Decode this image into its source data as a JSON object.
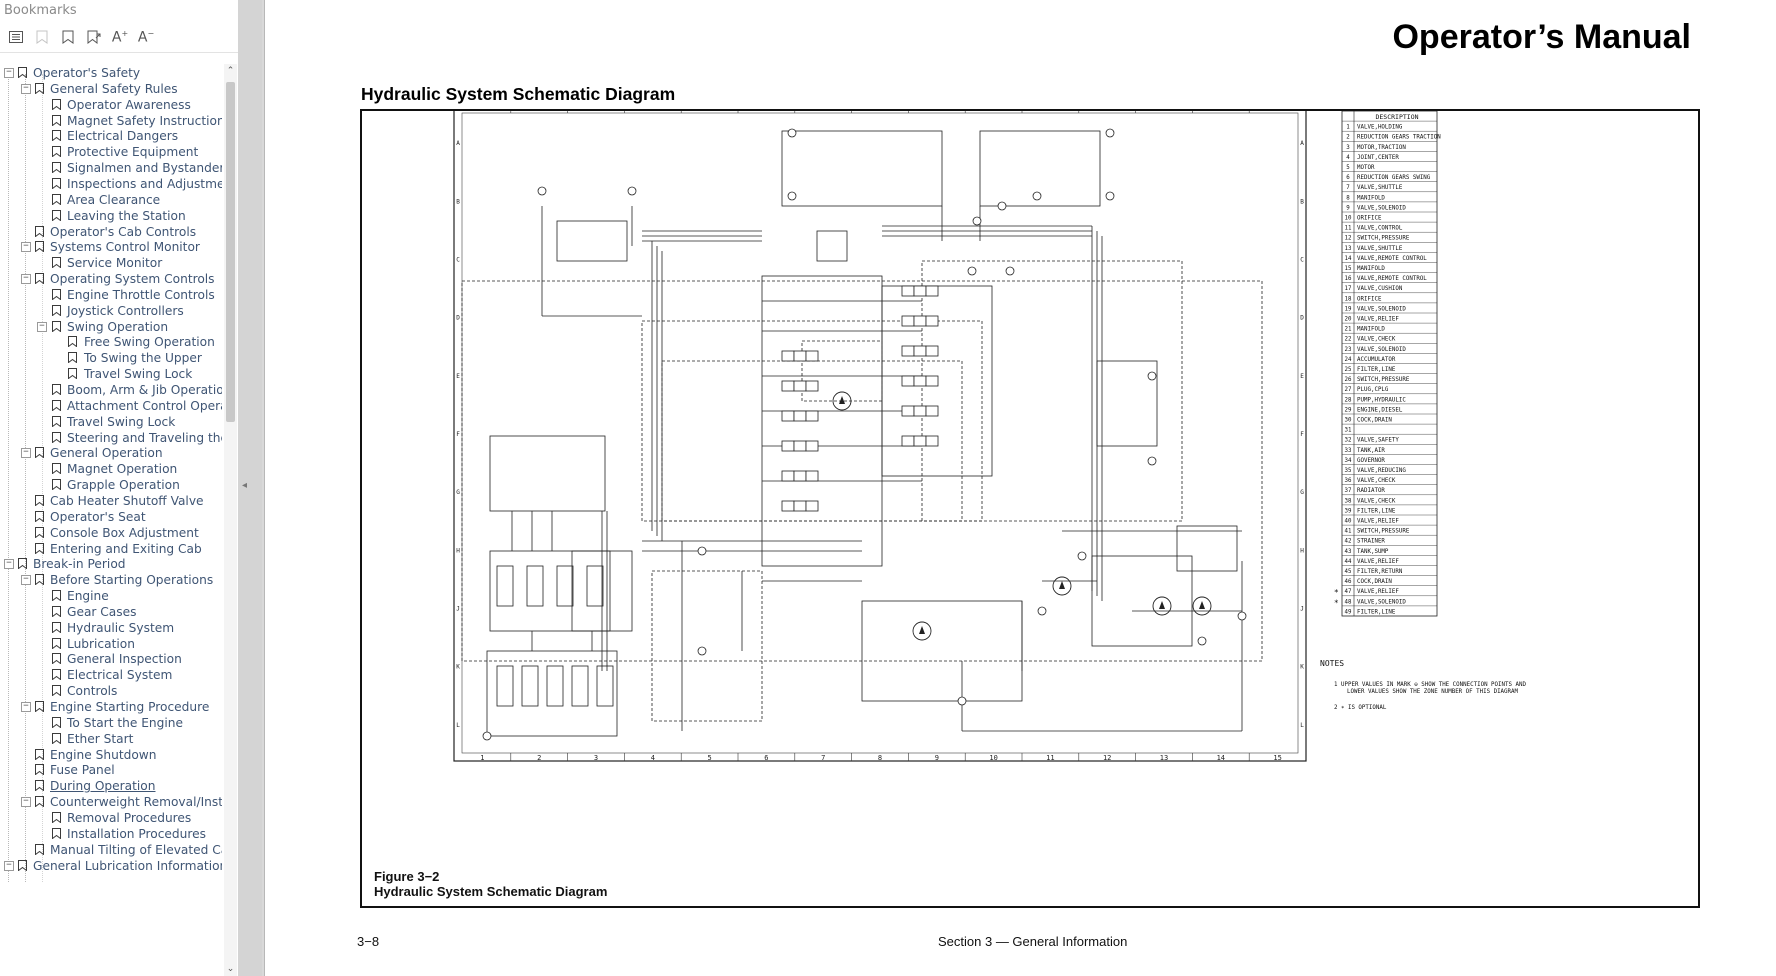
{
  "sidebar": {
    "title": "Bookmarks",
    "tree": [
      {
        "label": "Operator's Safety",
        "level": 0,
        "toggle": "−"
      },
      {
        "label": "General Safety Rules",
        "level": 1,
        "toggle": "−"
      },
      {
        "label": "Operator Awareness",
        "level": 2
      },
      {
        "label": "Magnet Safety Instructions",
        "level": 2
      },
      {
        "label": "Electrical Dangers",
        "level": 2
      },
      {
        "label": "Protective Equipment",
        "level": 2
      },
      {
        "label": "Signalmen and Bystanders",
        "level": 2
      },
      {
        "label": "Inspections and Adjustments",
        "level": 2
      },
      {
        "label": "Area Clearance",
        "level": 2
      },
      {
        "label": "Leaving the Station",
        "level": 2
      },
      {
        "label": "Operator's Cab Controls",
        "level": 1
      },
      {
        "label": "Systems Control Monitor",
        "level": 1,
        "toggle": "−"
      },
      {
        "label": "Service Monitor",
        "level": 2
      },
      {
        "label": "Operating System Controls",
        "level": 1,
        "toggle": "−"
      },
      {
        "label": "Engine Throttle Controls",
        "level": 2
      },
      {
        "label": "Joystick Controllers",
        "level": 2
      },
      {
        "label": "Swing Operation",
        "level": 2,
        "toggle": "−"
      },
      {
        "label": "Free Swing Operation",
        "level": 3
      },
      {
        "label": "To Swing the Upper",
        "level": 3
      },
      {
        "label": "Travel Swing Lock",
        "level": 3
      },
      {
        "label": "Boom, Arm & Jib Operation",
        "level": 2
      },
      {
        "label": "Attachment Control Operation",
        "level": 2
      },
      {
        "label": "Travel Swing Lock",
        "level": 2
      },
      {
        "label": "Steering and Traveling the",
        "level": 2
      },
      {
        "label": "General Operation",
        "level": 1,
        "toggle": "−"
      },
      {
        "label": "Magnet Operation",
        "level": 2
      },
      {
        "label": "Grapple Operation",
        "level": 2
      },
      {
        "label": "Cab Heater Shutoff Valve",
        "level": 1
      },
      {
        "label": "Operator's Seat",
        "level": 1
      },
      {
        "label": "Console Box Adjustment",
        "level": 1
      },
      {
        "label": "Entering and Exiting Cab",
        "level": 1
      },
      {
        "label": "Break-in Period",
        "level": 0,
        "toggle": "−"
      },
      {
        "label": "Before Starting Operations",
        "level": 1,
        "toggle": "−"
      },
      {
        "label": "Engine",
        "level": 2
      },
      {
        "label": "Gear Cases",
        "level": 2
      },
      {
        "label": "Hydraulic System",
        "level": 2
      },
      {
        "label": "Lubrication",
        "level": 2
      },
      {
        "label": "General Inspection",
        "level": 2
      },
      {
        "label": "Electrical System",
        "level": 2
      },
      {
        "label": "Controls",
        "level": 2
      },
      {
        "label": "Engine Starting Procedure",
        "level": 1,
        "toggle": "−"
      },
      {
        "label": "To Start the Engine",
        "level": 2
      },
      {
        "label": "Ether Start",
        "level": 2
      },
      {
        "label": "Engine Shutdown",
        "level": 1
      },
      {
        "label": "Fuse Panel",
        "level": 1
      },
      {
        "label": "During Operation",
        "level": 1,
        "underline": true
      },
      {
        "label": "Counterweight Removal/Installation",
        "level": 1,
        "toggle": "−"
      },
      {
        "label": "Removal Procedures",
        "level": 2
      },
      {
        "label": "Installation Procedures",
        "level": 2
      },
      {
        "label": "Manual Tilting of Elevated Cab",
        "level": 1
      },
      {
        "label": "General Lubrication Information",
        "level": 0,
        "toggle": "−"
      }
    ]
  },
  "page": {
    "manual_title": "Operator’s Manual",
    "diagram_heading": "Hydraulic System Schematic Diagram",
    "figure_number": "Figure 3−2",
    "figure_caption": "Hydraulic System Schematic Diagram",
    "page_number": "3−8",
    "section": "Section 3  —  General Information"
  },
  "schematic": {
    "column_labels": [
      "1",
      "2",
      "3",
      "4",
      "5",
      "6",
      "7",
      "8",
      "9",
      "10",
      "11",
      "12",
      "13",
      "14",
      "15"
    ],
    "row_labels": [
      "A",
      "B",
      "C",
      "D",
      "E",
      "F",
      "G",
      "H",
      "J",
      "K",
      "L"
    ],
    "legend_header": "DESCRIPTION",
    "legend": [
      "VALVE,HOLDING",
      "REDUCTION GEARS TRACTION",
      "MOTOR,TRACTION",
      "JOINT,CENTER",
      "MOTOR",
      "REDUCTION GEARS SWING",
      "VALVE,SHUTTLE",
      "MANIFOLD",
      "VALVE,SOLENOID",
      "ORIFICE",
      "VALVE,CONTROL",
      "SWITCH,PRESSURE",
      "VALVE,SHUTTLE",
      "VALVE,REMOTE CONTROL",
      "MANIFOLD",
      "VALVE,REMOTE CONTROL",
      "VALVE,CUSHION",
      "ORIFICE",
      "VALVE,SOLENOID",
      "VALVE,RELIEF",
      "MANIFOLD",
      "VALVE,CHECK",
      "VALVE,SOLENOID",
      "ACCUMULATOR",
      "FILTER,LINE",
      "SWITCH,PRESSURE",
      "PLUG,CPLG",
      "PUMP,HYDRAULIC",
      "ENGINE,DIESEL",
      "COCK,DRAIN",
      "",
      "VALVE,SAFETY",
      "TANK,AIR",
      "GOVERNOR",
      "VALVE,REDUCING",
      "VALVE,CHECK",
      "RADIATOR",
      "VALVE,CHECK",
      "FILTER,LINE",
      "VALVE,RELIEF",
      "SWITCH,PRESSURE",
      "STRAINER",
      "TANK,SUMP",
      "VALVE,RELIEF",
      "FILTER,RETURN",
      "COCK,DRAIN",
      "VALVE,RELIEF",
      "VALVE,SOLENOID",
      "FILTER,LINE"
    ],
    "legend_starred": [
      47,
      48
    ],
    "notes_title": "NOTES",
    "notes": [
      "1  UPPER VALUES IN MARK ⊖ SHOW THE CONNECTION POINTS AND",
      "LOWER VALUES SHOW THE ZONE NUMBER OF THIS DIAGRAM",
      "2  ∗ IS OPTIONAL"
    ]
  },
  "colors": {
    "link": "#3f5574",
    "ink": "#111111",
    "sidebar_bg": "#ffffff",
    "viewer_bg": "#d4d4d4"
  }
}
